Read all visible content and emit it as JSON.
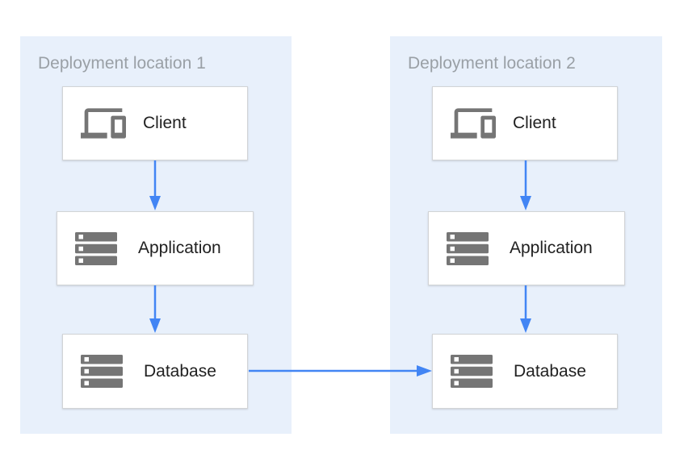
{
  "diagram": {
    "groups": [
      {
        "id": "location-1",
        "title": "Deployment location 1",
        "nodes": [
          {
            "id": "client-1",
            "label": "Client",
            "icon": "devices-icon"
          },
          {
            "id": "application-1",
            "label": "Application",
            "icon": "server-stack-icon"
          },
          {
            "id": "database-1",
            "label": "Database",
            "icon": "server-stack-icon"
          }
        ]
      },
      {
        "id": "location-2",
        "title": "Deployment location 2",
        "nodes": [
          {
            "id": "client-2",
            "label": "Client",
            "icon": "devices-icon"
          },
          {
            "id": "application-2",
            "label": "Application",
            "icon": "server-stack-icon"
          },
          {
            "id": "database-2",
            "label": "Database",
            "icon": "server-stack-icon"
          }
        ]
      }
    ],
    "edges": [
      {
        "from": "client-1",
        "to": "application-1",
        "direction": "down"
      },
      {
        "from": "application-1",
        "to": "database-1",
        "direction": "down"
      },
      {
        "from": "client-2",
        "to": "application-2",
        "direction": "down"
      },
      {
        "from": "application-2",
        "to": "database-2",
        "direction": "down"
      },
      {
        "from": "database-1",
        "to": "database-2",
        "direction": "right"
      }
    ],
    "colors": {
      "panel_bg": "#e8f0fb",
      "node_bg": "#ffffff",
      "node_border": "#d2d4d6",
      "icon": "#757575",
      "arrow": "#4285f4",
      "title_text": "#9aa0a6",
      "label_text": "#212121"
    }
  }
}
